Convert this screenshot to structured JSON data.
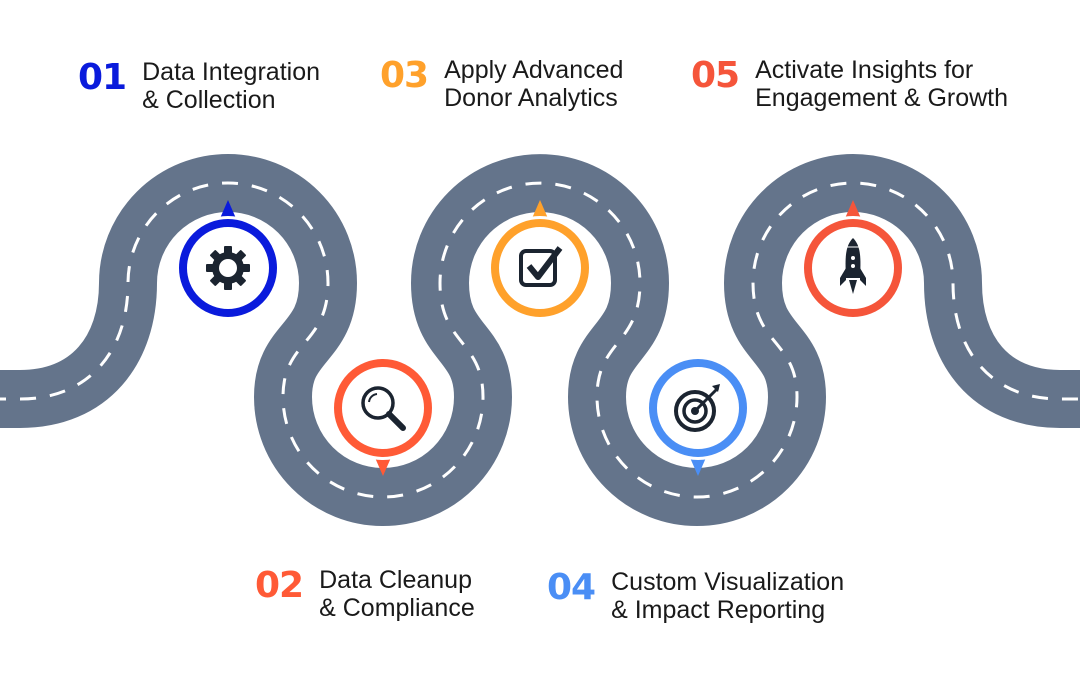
{
  "colors": {
    "road": "#64748b",
    "step1": "#0a1bdc",
    "step2": "#ff5a36",
    "step3": "#ffa12b",
    "step4": "#4a8ef5",
    "step5": "#f5553a"
  },
  "steps": [
    {
      "number": "01",
      "line1": "Data Integration",
      "line2": "& Collection",
      "icon": "gear-icon"
    },
    {
      "number": "02",
      "line1": "Data Cleanup",
      "line2": "& Compliance",
      "icon": "magnifier-icon"
    },
    {
      "number": "03",
      "line1": "Apply Advanced",
      "line2": "Donor Analytics",
      "icon": "checkbox-icon"
    },
    {
      "number": "04",
      "line1": "Custom Visualization",
      "line2": "& Impact Reporting",
      "icon": "target-icon"
    },
    {
      "number": "05",
      "line1": "Activate Insights for",
      "line2": "Engagement & Growth",
      "icon": "rocket-icon"
    }
  ]
}
